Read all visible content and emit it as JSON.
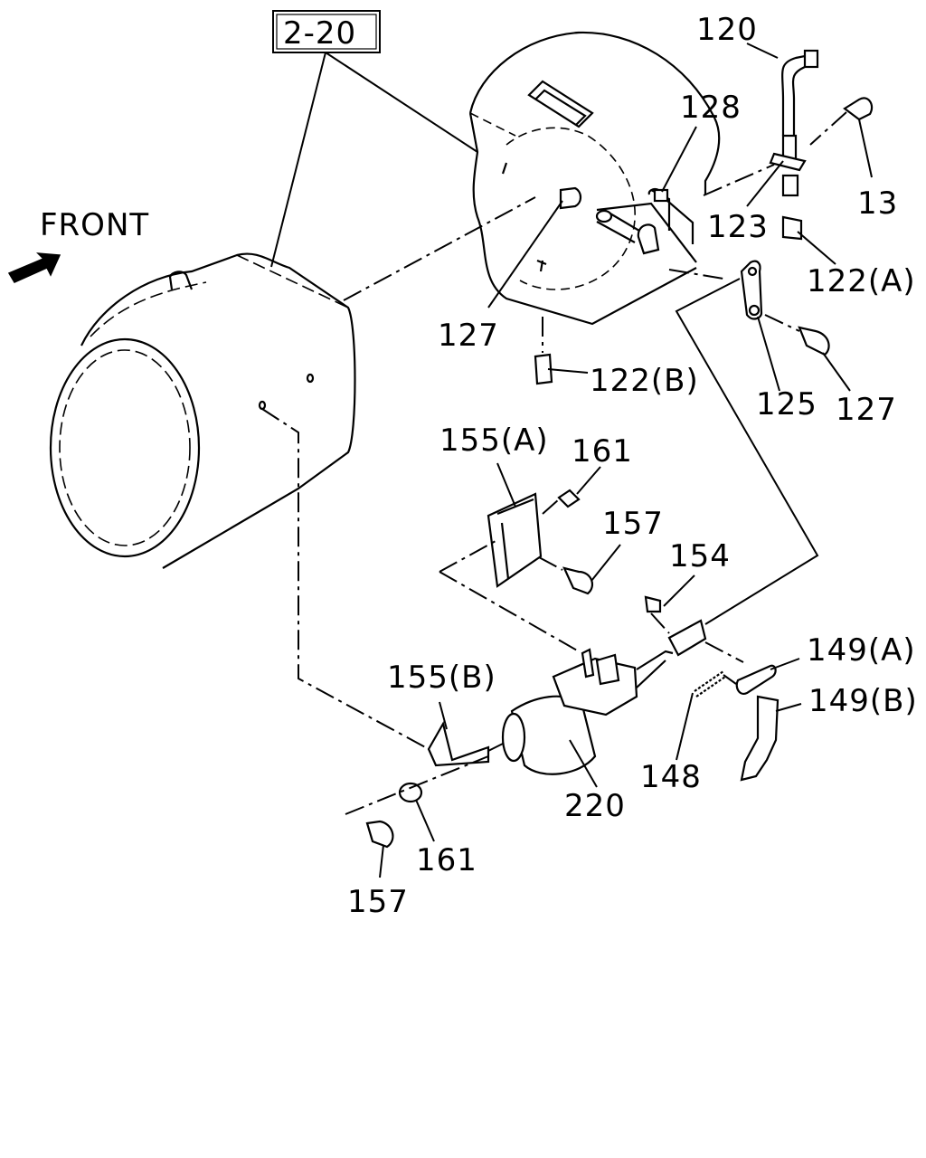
{
  "diagram": {
    "ref_box": "2-20",
    "front_label": "FRONT",
    "callouts": {
      "c120": "120",
      "c128": "128",
      "c13": "13",
      "c123": "123",
      "c122a": "122(A)",
      "c127_top": "127",
      "c122b": "122(B)",
      "c125": "125",
      "c127_right": "127",
      "c155a": "155(A)",
      "c161_top": "161",
      "c157_mid": "157",
      "c154": "154",
      "c149a": "149(A)",
      "c155b": "155(B)",
      "c149b": "149(B)",
      "c148": "148",
      "c220": "220",
      "c161_bot": "161",
      "c157_bot": "157"
    }
  }
}
